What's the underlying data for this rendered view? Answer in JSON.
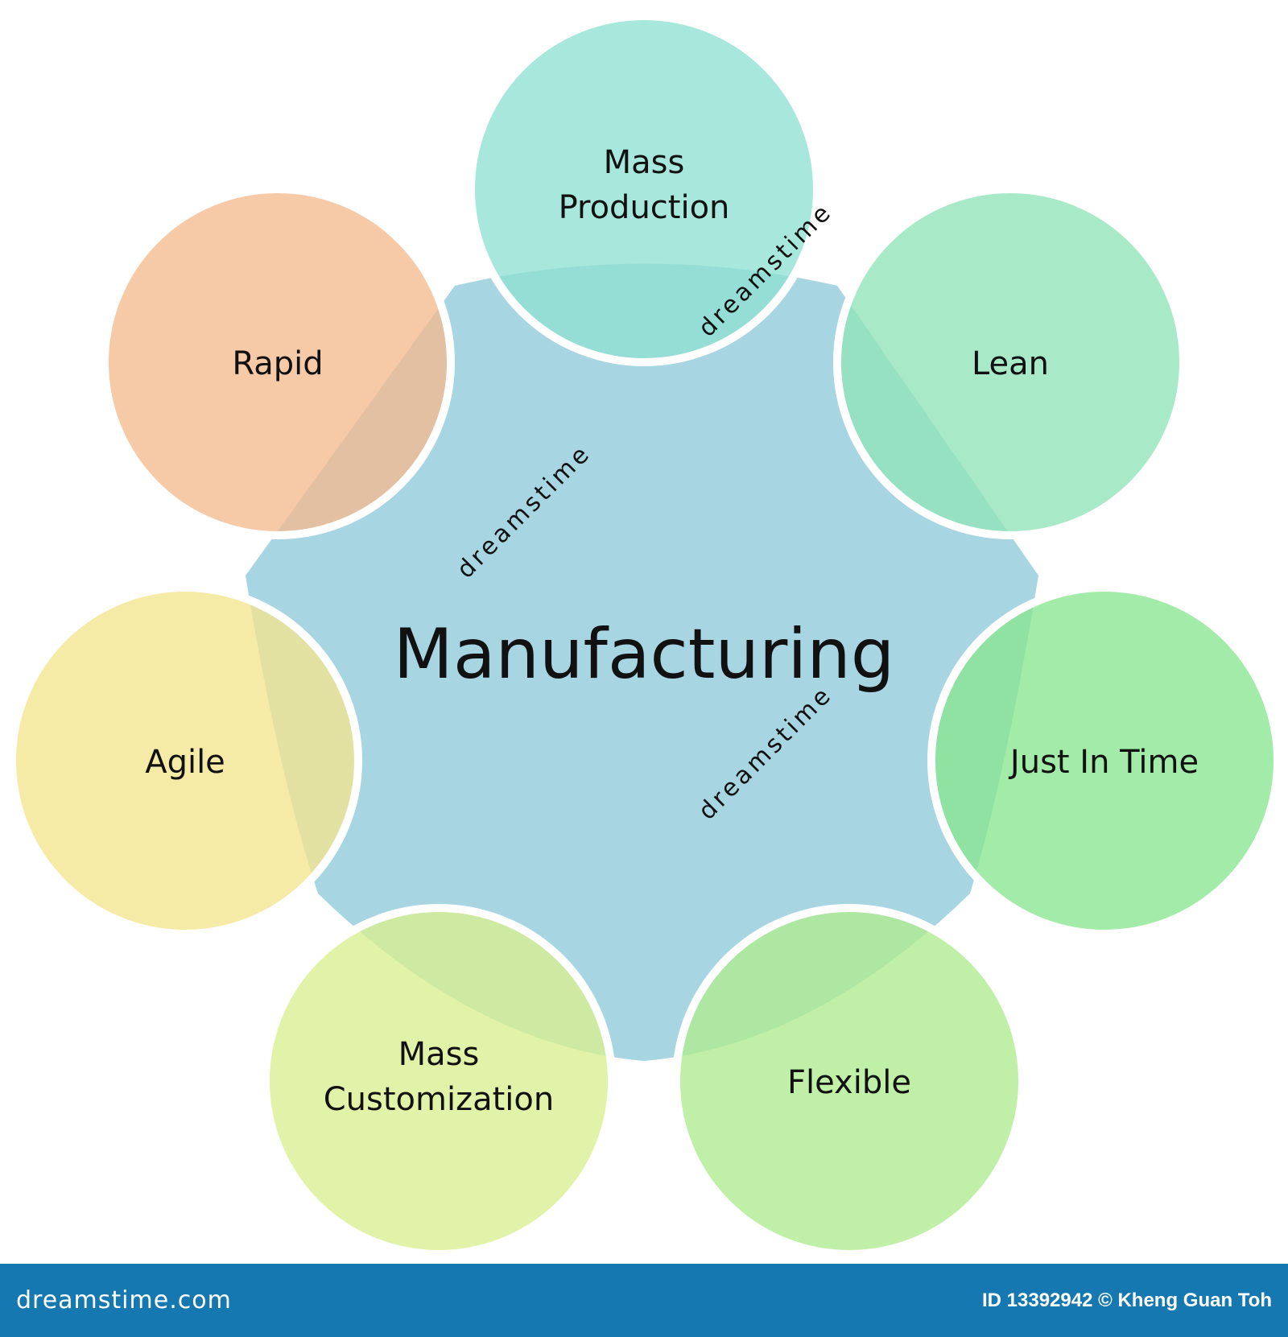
{
  "diagram": {
    "center": "Manufacturing",
    "nodes": [
      {
        "lines": [
          "Mass",
          "Production"
        ],
        "color": "#8fe0d2"
      },
      {
        "lines": [
          "Lean"
        ],
        "color": "#8fe4b8"
      },
      {
        "lines": [
          "Just In Time"
        ],
        "color": "#88e690"
      },
      {
        "lines": [
          "Flexible"
        ],
        "color": "#aeec90"
      },
      {
        "lines": [
          "Mass",
          "Customization"
        ],
        "color": "#d8f090"
      },
      {
        "lines": [
          "Agile"
        ],
        "color": "#f4e48e"
      },
      {
        "lines": [
          "Rapid"
        ],
        "color": "#f4ba8e"
      }
    ],
    "center_color": "#a8d5e2"
  },
  "watermark": {
    "text": "dreamstime",
    "site": "dreamstime.com",
    "credit": "ID 13392942 © Kheng Guan Toh"
  }
}
